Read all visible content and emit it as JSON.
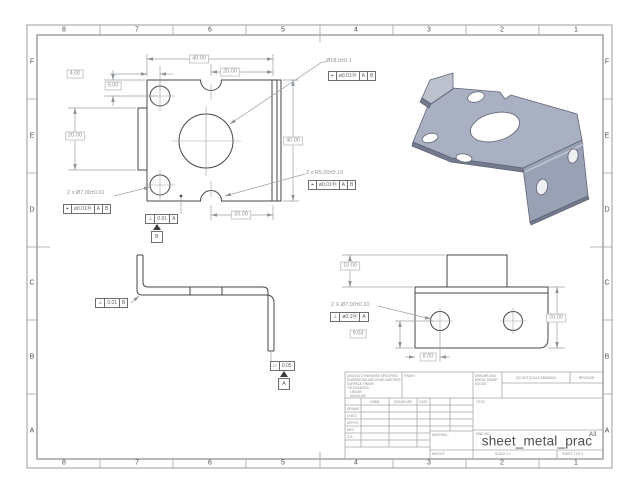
{
  "sheet": {
    "cols": [
      "8",
      "7",
      "6",
      "5",
      "4",
      "3",
      "2",
      "1"
    ],
    "rows": [
      "F",
      "E",
      "D",
      "C",
      "B",
      "A"
    ]
  },
  "front_view": {
    "dim_width": "40.00",
    "dim_offset_top": "20.00",
    "dim_hole_x": "4.00",
    "dim_hole_y": "5.00",
    "dim_tab_height": "20.00",
    "dim_height": "40.00",
    "dim_offset_bottom": "20.00",
    "callout_center_hole": "Ø18.0±0.1",
    "callout_small_holes": "2 x Ø7.00±0.01",
    "callout_notches": "2 x R5.00±0.10",
    "fcf_center_hole": {
      "sym": "⌖",
      "tol": "ø0.01Ⓜ",
      "datum1": "A",
      "datum2": "B"
    },
    "fcf_small_holes": {
      "sym": "⌖",
      "tol": "ø0.01Ⓜ",
      "datum1": "A",
      "datum2": "B"
    },
    "fcf_notches": {
      "sym": "⌖",
      "tol": "ø0.01Ⓜ",
      "datum1": "A",
      "datum2": "B"
    },
    "fcf_perp": {
      "sym": "⊥",
      "tol": "0.01",
      "datum1": "A"
    },
    "datum_b_label": "B"
  },
  "side_view": {
    "fcf_perp": {
      "sym": "⊥",
      "tol": "0.01",
      "datum1": "B"
    },
    "fcf_flatness": {
      "sym": "▱",
      "tol": "0.05"
    },
    "datum_a_label": "A"
  },
  "bottom_view": {
    "dim_tab": "10.00",
    "callout_holes": "2 X Ø7.00±0.10",
    "fcf_holes": {
      "sym": "⊥",
      "tol": "ø0.1Ⓜ",
      "datum1": "A"
    },
    "dim_hole_y": "9.04",
    "dim_hole_x": "8.00",
    "dim_height": "20.00"
  },
  "title_block": {
    "notes": [
      "UNLESS OTHERWISE SPECIFIED:",
      "DIMENSIONS ARE IN MILLIMETERS",
      "SURFACE FINISH:",
      "TOLERANCES:",
      "LINEAR:",
      "ANGULAR:"
    ],
    "finish_label": "FINISH:",
    "deburr_note": [
      "DEBURR AND",
      "BREAK SHARP",
      "EDGES"
    ],
    "do_not_scale": "DO NOT SCALE DRAWING",
    "revision_label": "REVISION",
    "columns": {
      "name": "NAME",
      "signature": "SIGNATURE",
      "date": "DATE"
    },
    "approval_rows": [
      "DRAWN",
      "CHK'D",
      "APPV'D",
      "MFG",
      "Q.A"
    ],
    "material_label": "MATERIAL:",
    "weight_label": "WEIGHT:",
    "title_label": "TITLE:",
    "dwg_label": "DWG NO.",
    "drawing_number": "sheet_metal_prac",
    "paper_size": "A3",
    "scale_label": "SCALE:1:1",
    "sheet_label": "SHEET 1 OF 1"
  }
}
